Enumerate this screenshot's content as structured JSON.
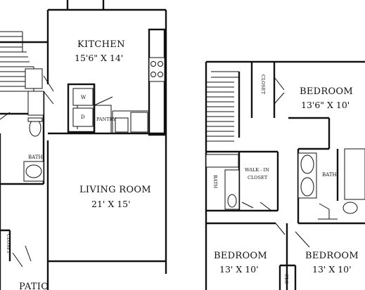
{
  "rooms": {
    "kitchen": {
      "name": "KITCHEN",
      "dims": "15'6\" X 14'"
    },
    "living": {
      "name": "LIVING ROOM",
      "dims": "21' X 15'"
    },
    "bedroom_1": {
      "name": "BEDROOM",
      "dims": "13'6\" X 10'"
    },
    "bedroom_2": {
      "name": "BEDROOM",
      "dims": "13' X 10'"
    },
    "bedroom_3": {
      "name": "BEDROOM",
      "dims": "13' X 10'"
    },
    "patio": {
      "name": "PATIO"
    }
  },
  "labels": {
    "washer": "W",
    "dryer": "D",
    "pantry": "PANTRY",
    "bath_main": "BATH",
    "bath_upper_right": "BATH",
    "bath_upper_left": "BATH",
    "walkin_line1": "WALK - IN",
    "walkin_line2": "CLOSET",
    "closet_lower": "CLOSET",
    "closet_upper": "CLOSET",
    "closet_bottom": "CLO"
  }
}
